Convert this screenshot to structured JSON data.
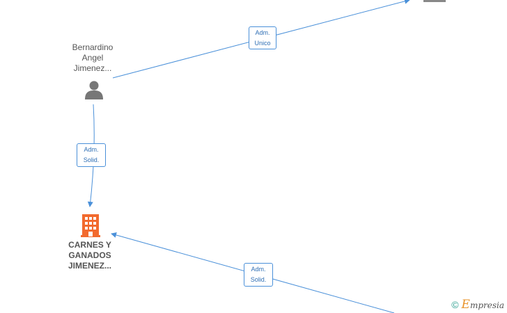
{
  "nodes": {
    "person": {
      "name_lines": [
        "Bernardino",
        "Angel",
        "Jimenez..."
      ],
      "icon": "person-icon"
    },
    "company": {
      "name_lines": [
        "CARNES Y",
        "GANADOS",
        "JIMENEZ..."
      ],
      "icon": "building-icon",
      "color": "#f26a2e"
    }
  },
  "edges": [
    {
      "id": "edge-top-right",
      "label_lines": [
        "Adm.",
        "Unico"
      ]
    },
    {
      "id": "edge-person-company",
      "label_lines": [
        "Adm.",
        "Solid."
      ]
    },
    {
      "id": "edge-bottom-right",
      "label_lines": [
        "Adm.",
        "Solid."
      ]
    }
  ],
  "colors": {
    "edge": "#4a90d9",
    "person_icon": "#777777",
    "company_icon": "#f26a2e"
  },
  "footer": {
    "copyright_symbol": "©",
    "brand_first": "E",
    "brand_rest": "mpresia"
  }
}
